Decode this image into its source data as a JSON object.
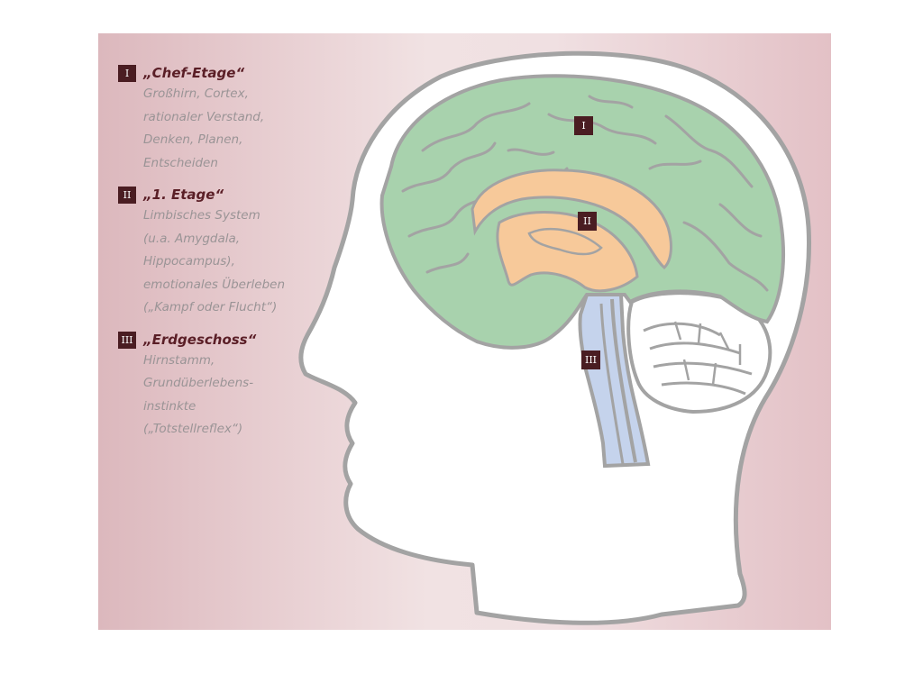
{
  "legend": [
    {
      "numeral": "I",
      "title": "„Chef-Etage“",
      "description": "Großhirn, Cortex,\nrationaler Verstand,\nDenken, Planen,\nEntscheiden"
    },
    {
      "numeral": "II",
      "title": "„1. Etage“",
      "description": "Limbisches System\n(u.a. Amygdala,\nHippocampus),\nemotionales Überleben\n(„Kampf oder Flucht“)"
    },
    {
      "numeral": "III",
      "title": "„Erdgeschoss“",
      "description": "Hirnstamm,\nGrundüberlebens-\ninstinkte\n(„Totstellreflex“)"
    }
  ],
  "markers": {
    "cortex": "I",
    "limbic": "II",
    "brainstem": "III"
  },
  "colors": {
    "cortex": "#a8d2ad",
    "limbic": "#f7c99a",
    "brainstem": "#c5d3ec",
    "badge": "#4a1d22",
    "outline": "#a3a3a3"
  }
}
